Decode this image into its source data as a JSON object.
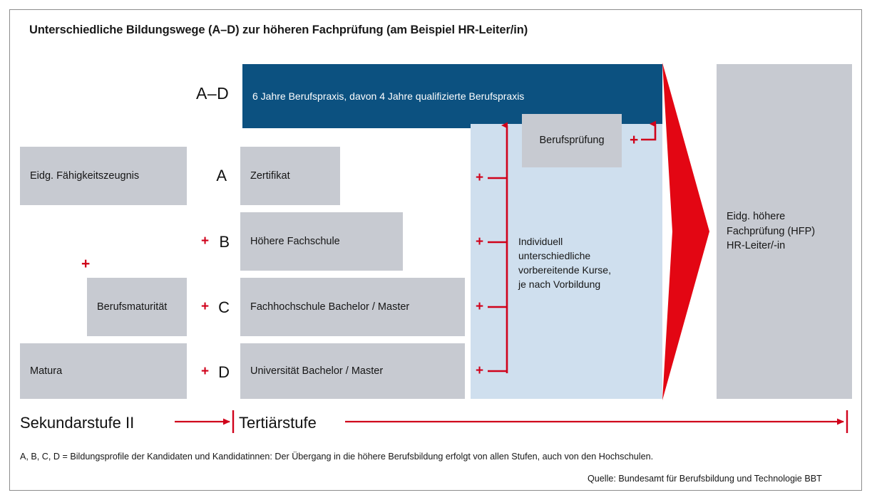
{
  "title": "Unterschiedliche Bildungswege (A–D) zur höheren Fachprüfung (am Beispiel HR-Leiter/in)",
  "colors": {
    "dark_blue": "#0c5180",
    "light_blue": "#cfdfee",
    "grey": "#c7cad1",
    "red": "#d0021b",
    "text": "#161616"
  },
  "experience_bar": {
    "path_label": "A–D",
    "text": "6 Jahre Berufspraxis, davon 4 Jahre qualifizierte Berufspraxis"
  },
  "paths": [
    {
      "letter": "A",
      "plus_before_letter": "",
      "secondary_box": "Eidg. Fähigkeitszeugnis",
      "tertiary_box": "Zertifikat"
    },
    {
      "letter": "B",
      "plus_before_letter": "+",
      "secondary_box": "",
      "tertiary_box": "Höhere Fachschule"
    },
    {
      "letter": "C",
      "plus_before_letter": "+",
      "secondary_box": "Berufsmaturität",
      "tertiary_box": "Fachhochschule Bachelor / Master"
    },
    {
      "letter": "D",
      "plus_before_letter": "+",
      "secondary_box": "Matura",
      "tertiary_box": "Universität Bachelor / Master"
    }
  ],
  "standalone_plus": "+",
  "courses": {
    "text": "Individuell\nunterschiedliche\nvorbereitende Kurse,\nje nach Vorbildung",
    "tick_plus": "+"
  },
  "berufspruefung": {
    "label": "Berufsprüfung",
    "plus": "+"
  },
  "result": {
    "text": "Eidg. höhere\nFachprüfung (HFP)\nHR-Leiter/-in"
  },
  "axis": {
    "stage_left": "Sekundarstufe II",
    "stage_right": "Tertiärstufe"
  },
  "footnote": "A, B, C, D = Bildungsprofile der Kandidaten und Kandidatinnen: Der Übergang in die höhere Berufsbildung erfolgt von allen Stufen, auch von den Hochschulen.",
  "source": "Quelle: Bundesamt für Berufsbildung und Technologie BBT"
}
